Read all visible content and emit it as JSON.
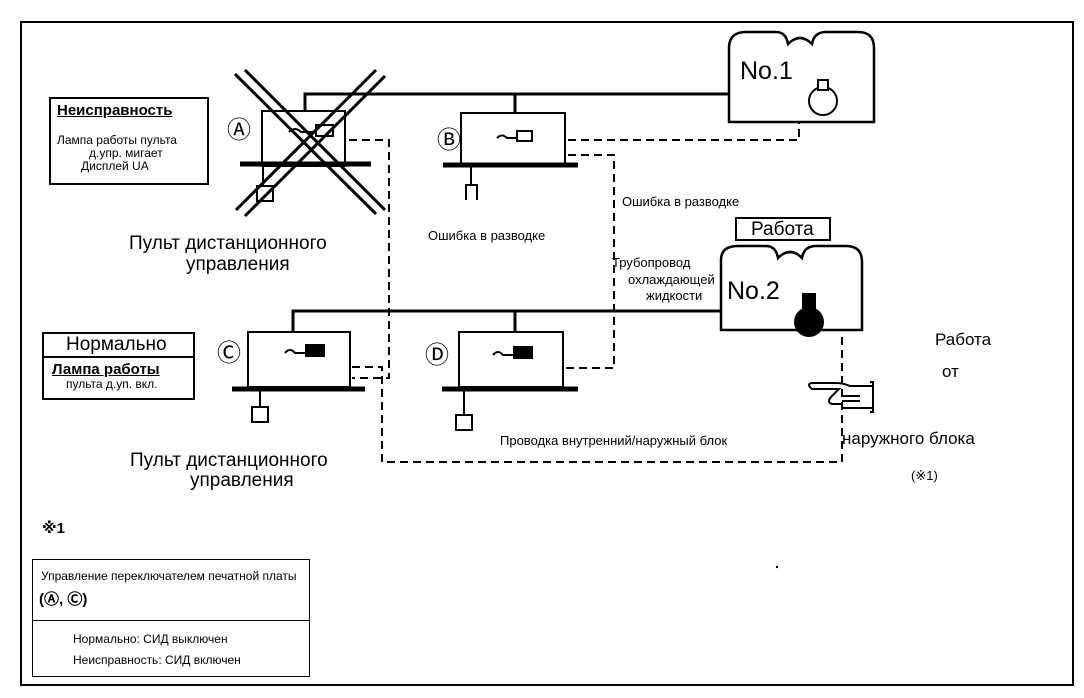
{
  "fault_panel": {
    "title": "Неисправность",
    "line1": "Лампа работы пульта",
    "line2": "д.упр. мигает",
    "line3": "Дисплей UA"
  },
  "normal_panel": {
    "title": "Нормально",
    "line1": "Лампа работы",
    "line2": "пульта д.уп. вкл."
  },
  "remote_label_top": {
    "line1": "Пульт дистанционного",
    "line2": "управления"
  },
  "remote_label_bottom": {
    "line1": "Пульт дистанционного",
    "line2": "управления"
  },
  "units": {
    "a": "Ⓐ",
    "b": "Ⓑ",
    "c": "Ⓒ",
    "d": "Ⓓ"
  },
  "outdoor": {
    "no1": "No.1",
    "no2": "No.2"
  },
  "wiring_error_b": "Ошибка в разводке",
  "wiring_error_right": "Ошибка в разводке",
  "operation_badge": "Работа",
  "pipe_label": {
    "line1": "Трубопровод",
    "line2": "охлаждающей",
    "line3": "жидкости"
  },
  "wiring_indoor_outdoor": "Проводка внутренний/наружный блок",
  "right_note": {
    "line1": "Работа",
    "line2": "от",
    "line3": "наружного блока",
    "line4": "(※1)"
  },
  "footnote_mark": "※1",
  "footnote_box": {
    "line1": "Управление переключателем печатной платы",
    "line2": "(Ⓐ, Ⓒ)",
    "line3": "Нормально: СИД выключен",
    "line4": "Неисправность: СИД включен"
  }
}
